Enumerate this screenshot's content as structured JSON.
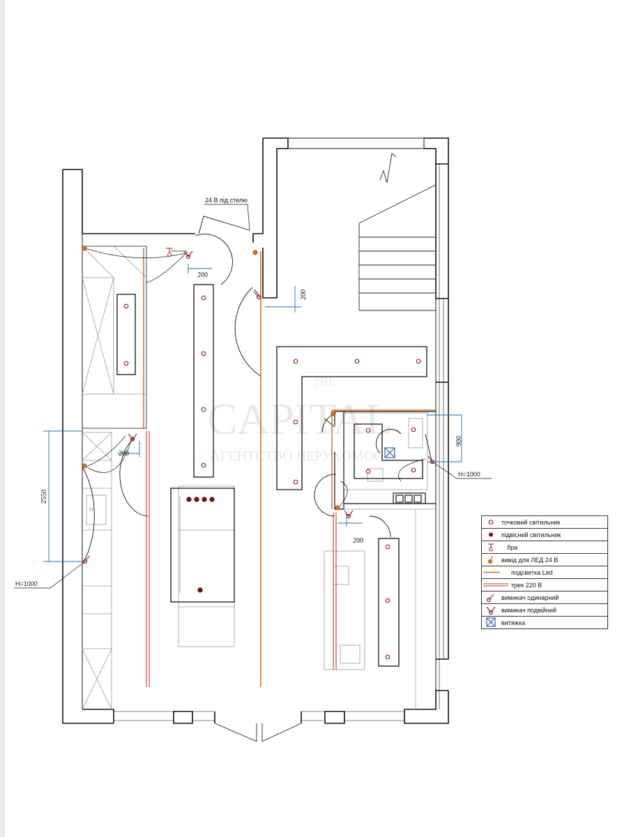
{
  "annotations": {
    "ceiling_24v": "24 В під стелю",
    "h_left": "H=1000",
    "h_right": "H=1000"
  },
  "dimensions": {
    "d200_top": "200",
    "d200_door": "200",
    "d200_left": "200",
    "d2550": "2550",
    "d900": "900",
    "d200_right": "200"
  },
  "watermark": {
    "line1": "THE",
    "line2": "CAPITAL",
    "line3": "АГЕНТСТВО НЕРУХОМОСТІ"
  },
  "legend": {
    "items": [
      {
        "symbol": "spot-light-icon",
        "label": "точковий світильник"
      },
      {
        "symbol": "pendant-light-icon",
        "label": "підвісний світильник"
      },
      {
        "symbol": "sconce-icon",
        "label": "бра"
      },
      {
        "symbol": "led-outlet-icon",
        "label": "вивід для ЛЕД 24 В"
      },
      {
        "symbol": "led-strip-icon",
        "label": "подсветка Led"
      },
      {
        "symbol": "track-icon",
        "label": "трек 220 В"
      },
      {
        "symbol": "single-switch-icon",
        "label": "вимикач одинарний"
      },
      {
        "symbol": "double-switch-icon",
        "label": "вимикач подвійний"
      },
      {
        "symbol": "hood-icon",
        "label": "витяжка"
      }
    ]
  },
  "colors": {
    "wall": "#111111",
    "spot": "#a02020",
    "pendant": "#7a0d0d",
    "led": "#d0701a",
    "track": "#c0392b",
    "dimension": "#1f6fb5",
    "furniture": "#9a9a9a"
  }
}
